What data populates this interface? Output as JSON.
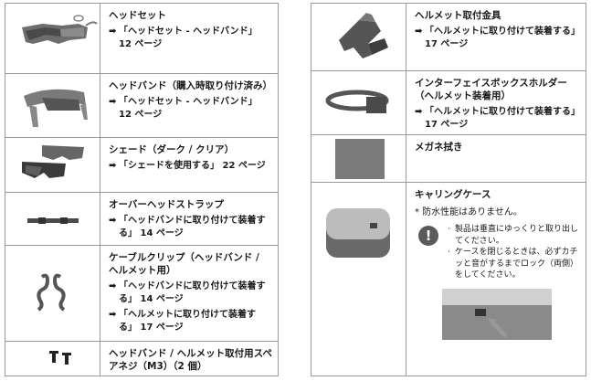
{
  "left_rows": [
    {
      "name": "ヘッドセット",
      "refs": [
        "「ヘッドセット - ヘッドバンド」 12 ページ"
      ]
    },
    {
      "name": "ヘッドバンド（購入時取り付け済み）",
      "refs": [
        "「ヘッドセット - ヘッドバンド」 12 ページ"
      ]
    },
    {
      "name": "シェード（ダーク / クリア）",
      "refs": [
        "「シェードを使用する」 22 ページ"
      ]
    },
    {
      "name": "オーバーヘッドストラップ",
      "refs": [
        "「ヘッドバンドに取り付けて装着する」 14 ページ"
      ]
    },
    {
      "name": "ケーブルクリップ（ヘッドバンド / ヘルメット用）",
      "refs": [
        "「ヘッドバンドに取り付けて装着する」 14 ページ",
        "「ヘルメットに取り付けて装着する」 17 ページ"
      ]
    },
    {
      "name": "ヘッドバンド / ヘルメット取付用スペアネジ（M3）（2 個）",
      "refs": []
    }
  ],
  "right_rows": [
    {
      "name": "ヘルメット取付金具",
      "refs": [
        "「ヘルメットに取り付けて装着する」 17 ページ"
      ]
    },
    {
      "name": "インターフェイスボックスホルダー（ヘルメット装着用）",
      "refs": [
        "「ヘルメットに取り付けて装着する」 17 ページ"
      ]
    },
    {
      "name": "メガネ拭き",
      "refs": []
    },
    {
      "name": "キャリングケース",
      "note": "* 防水性能はありません。",
      "cautions": [
        "製品は垂直にゆっくりと取り出してください。",
        "ケースを閉じるときは、必ずカチッと音がするまでロック（両側）をしてください。"
      ]
    }
  ],
  "symbols": {
    "arrow": "➡",
    "caution": "!",
    "bullet": "·"
  }
}
